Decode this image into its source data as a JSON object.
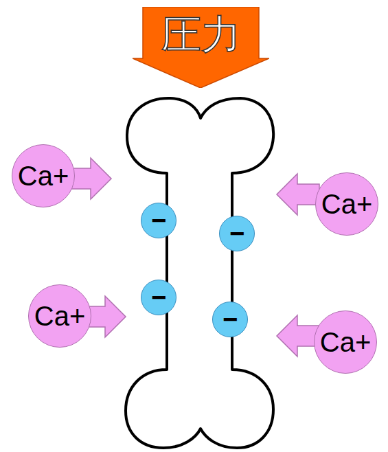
{
  "diagram": {
    "nodes": [
      {
        "text": [
          "圧力"
        ]
      },
      {
        "text": [
          "Ca+"
        ]
      },
      {
        "text": [
          "−"
        ]
      },
      {
        "text": [
          "−"
        ]
      },
      {
        "text": [
          "Ca+"
        ]
      },
      {
        "text": [
          "Ca+"
        ]
      },
      {
        "text": [
          "−"
        ]
      },
      {
        "text": [
          "−"
        ]
      },
      {
        "text": [
          "Ca+"
        ]
      }
    ]
  }
}
